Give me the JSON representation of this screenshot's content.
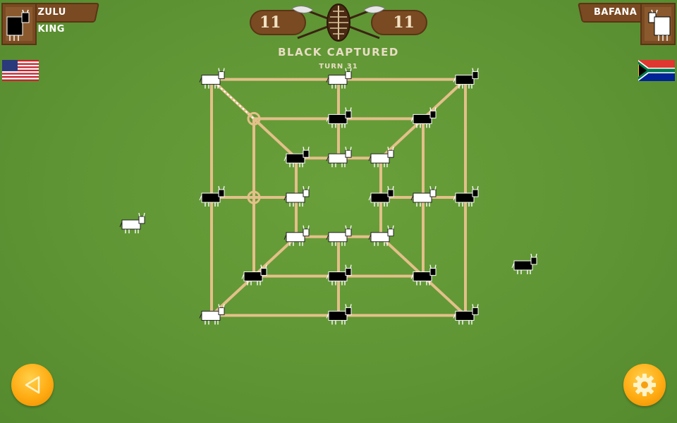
{
  "players": {
    "left": {
      "name": "ZULU KING",
      "piece_color": "black",
      "flag_icon": "usa-flag-icon"
    },
    "right": {
      "name": "BAFANA",
      "piece_color": "white",
      "flag_icon": "south-africa-flag-icon"
    }
  },
  "scores": {
    "left": "11",
    "right": "11"
  },
  "status": {
    "title": "BLACK CAPTURED",
    "turn": "TURN 31"
  },
  "board": {
    "game": "Twelve Men's Morris",
    "points": {
      "o0": "white",
      "o1": "white",
      "o2": "black",
      "o3": "black",
      "o4": "black",
      "o5": "black",
      "o6": "white",
      "o7": "black",
      "m0": "empty",
      "m1": "black",
      "m2": "black",
      "m3": "white",
      "m4": "black",
      "m5": "black",
      "m6": "black",
      "m7": "empty",
      "i0": "black",
      "i1": "white",
      "i2": "white",
      "i3": "black",
      "i4": "white",
      "i5": "white",
      "i6": "white",
      "i7": "white"
    },
    "highlighted_points": [
      "m0",
      "m7"
    ],
    "last_move": {
      "from": "o0",
      "to": "m0"
    },
    "captured": {
      "left_side": "white",
      "right_side": "black"
    }
  },
  "controls": {
    "back_icon": "back-triangle-icon",
    "settings_icon": "gear-icon"
  },
  "colors": {
    "background": "#5f9534",
    "line": "#e3c08a",
    "wood": "#7a4a22",
    "button": "#ffab12"
  }
}
